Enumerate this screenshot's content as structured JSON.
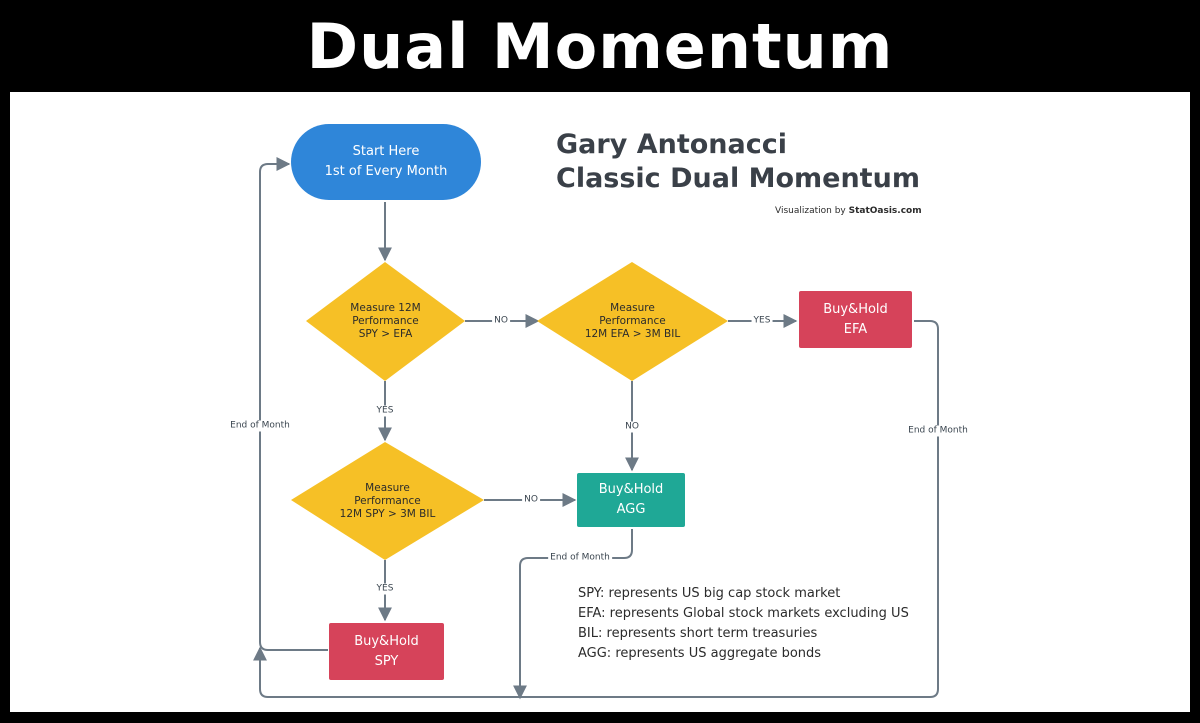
{
  "header": {
    "title": "Dual Momentum"
  },
  "diagram": {
    "title_line1": "Gary Antonacci",
    "title_line2": "Classic Dual Momentum",
    "credit_prefix": "Visualization by ",
    "credit_source": "StatOasis.com",
    "nodes": {
      "start": "Start Here\n1st of Every Month",
      "d1": "Measure 12M\nPerformance\nSPY > EFA",
      "d2": "Measure\nPerformance\n12M EFA > 3M BIL",
      "d3": "Measure\nPerformance\n12M SPY > 3M BIL",
      "efa": "Buy&Hold\nEFA",
      "agg": "Buy&Hold\nAGG",
      "spy": "Buy&Hold\nSPY"
    },
    "edge_labels": {
      "d1_d2": "NO",
      "d2_efa": "YES",
      "d1_d3": "YES",
      "d2_agg": "NO",
      "d3_agg": "NO",
      "d3_spy": "YES",
      "loop_left": "End of Month",
      "loop_right": "End of Month",
      "loop_agg": "End of Month"
    },
    "colors": {
      "start": "#2f86d9",
      "decision": "#f6c026",
      "efa": "#d6435a",
      "agg": "#1fa896",
      "spy": "#d6435a",
      "line": "#6d7a86"
    }
  },
  "legend": [
    "SPY: represents US big cap stock market",
    "EFA: represents Global stock markets excluding US",
    "BIL: represents short term treasuries",
    "AGG: represents US aggregate bonds"
  ]
}
